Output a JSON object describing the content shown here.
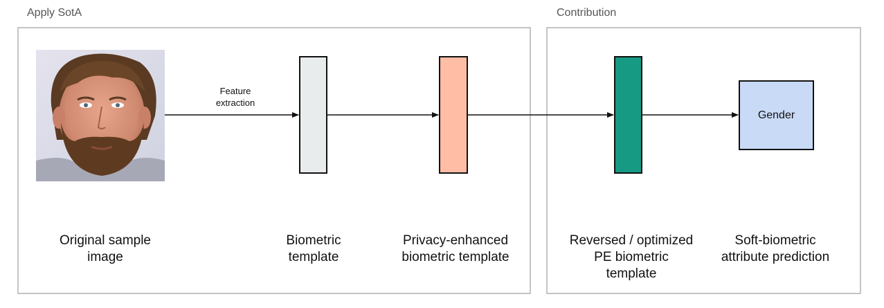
{
  "sections": {
    "left_title": "Apply SotA",
    "right_title": "Contribution"
  },
  "edge_labels": {
    "feature_extraction": "Feature\nextraction"
  },
  "nodes": {
    "biometric_template_color": "#e9ecec",
    "pe_template_color": "#ffbda6",
    "reversed_template_color": "#179a84",
    "gender": {
      "label": "Gender",
      "color": "#c9daf7"
    }
  },
  "captions": {
    "original": "Original sample\nimage",
    "biometric": "Biometric\ntemplate",
    "pe": "Privacy-enhanced\nbiometric template",
    "reversed": "Reversed / optimized\nPE biometric\ntemplate",
    "soft": "Soft-biometric\nattribute prediction"
  }
}
